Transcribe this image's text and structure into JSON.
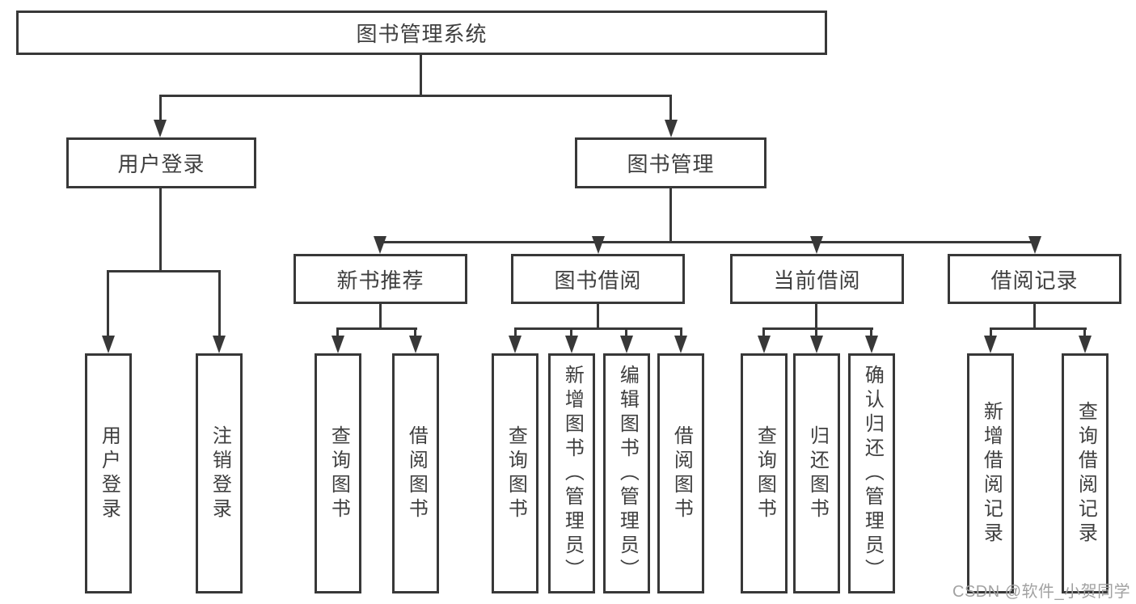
{
  "diagram": {
    "type": "tree",
    "colors": {
      "line": "#383838",
      "text": "#3f3f3f",
      "background": "#ffffff",
      "watermark_text_color": "#a2a2a2"
    },
    "tree": {
      "root": {
        "label": "图书管理系统",
        "children": [
          {
            "label": "用户登录",
            "children": [
              {
                "label": "用户登录"
              },
              {
                "label": "注销登录"
              }
            ]
          },
          {
            "label": "图书管理",
            "children": [
              {
                "label": "新书推荐",
                "children": [
                  {
                    "label": "查询图书"
                  },
                  {
                    "label": "借阅图书"
                  }
                ]
              },
              {
                "label": "图书借阅",
                "children": [
                  {
                    "label": "查询图书"
                  },
                  {
                    "label": "新增图书（管理员）"
                  },
                  {
                    "label": "编辑图书（管理员）"
                  },
                  {
                    "label": "借阅图书"
                  }
                ]
              },
              {
                "label": "当前借阅",
                "children": [
                  {
                    "label": "查询图书"
                  },
                  {
                    "label": "归还图书"
                  },
                  {
                    "label": "确认归还（管理员）"
                  }
                ]
              },
              {
                "label": "借阅记录",
                "children": [
                  {
                    "label": "新增借阅记录"
                  },
                  {
                    "label": "查询借阅记录"
                  }
                ]
              }
            ]
          }
        ]
      }
    },
    "watermark": {
      "text": "CSDN @软件_小贺同学"
    }
  }
}
